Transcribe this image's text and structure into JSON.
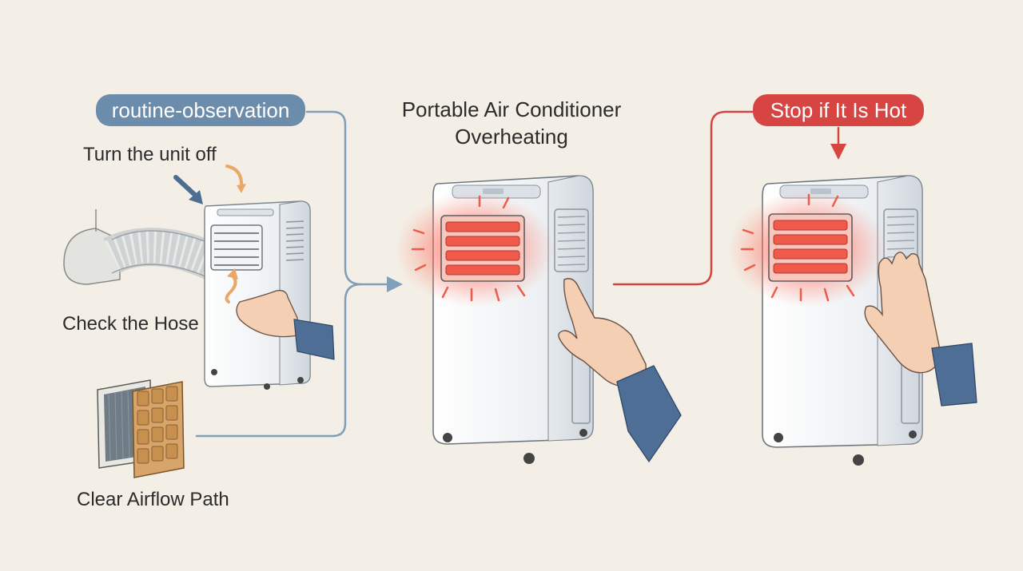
{
  "title_line1": "Portable Air Conditioner",
  "title_line2": "Overheating",
  "left_panel": {
    "tag": "routine-observation",
    "steps": {
      "turn_off": "Turn the unit off",
      "check_hose": "Check the Hose",
      "clear_airflow": "Clear Airflow Path"
    }
  },
  "right_panel": {
    "tag": "Stop if It Is Hot"
  },
  "colors": {
    "background": "#f3efe6",
    "observation_tag": "#6b8caa",
    "warning_tag": "#d64541",
    "connector_blue": "#7f9fba",
    "connector_red": "#d64541",
    "heat_glow": "#ff5a4e",
    "unit_body": "#f7f8f9",
    "sleeve": "#4f6e96",
    "skin": "#f4cfb4",
    "orange_arrow": "#e9a865",
    "blue_arrow": "#4d6d92"
  },
  "icons": [
    "air-conditioner-icon",
    "hand-icon",
    "hose-icon",
    "filter-icon",
    "arrow-icon"
  ]
}
